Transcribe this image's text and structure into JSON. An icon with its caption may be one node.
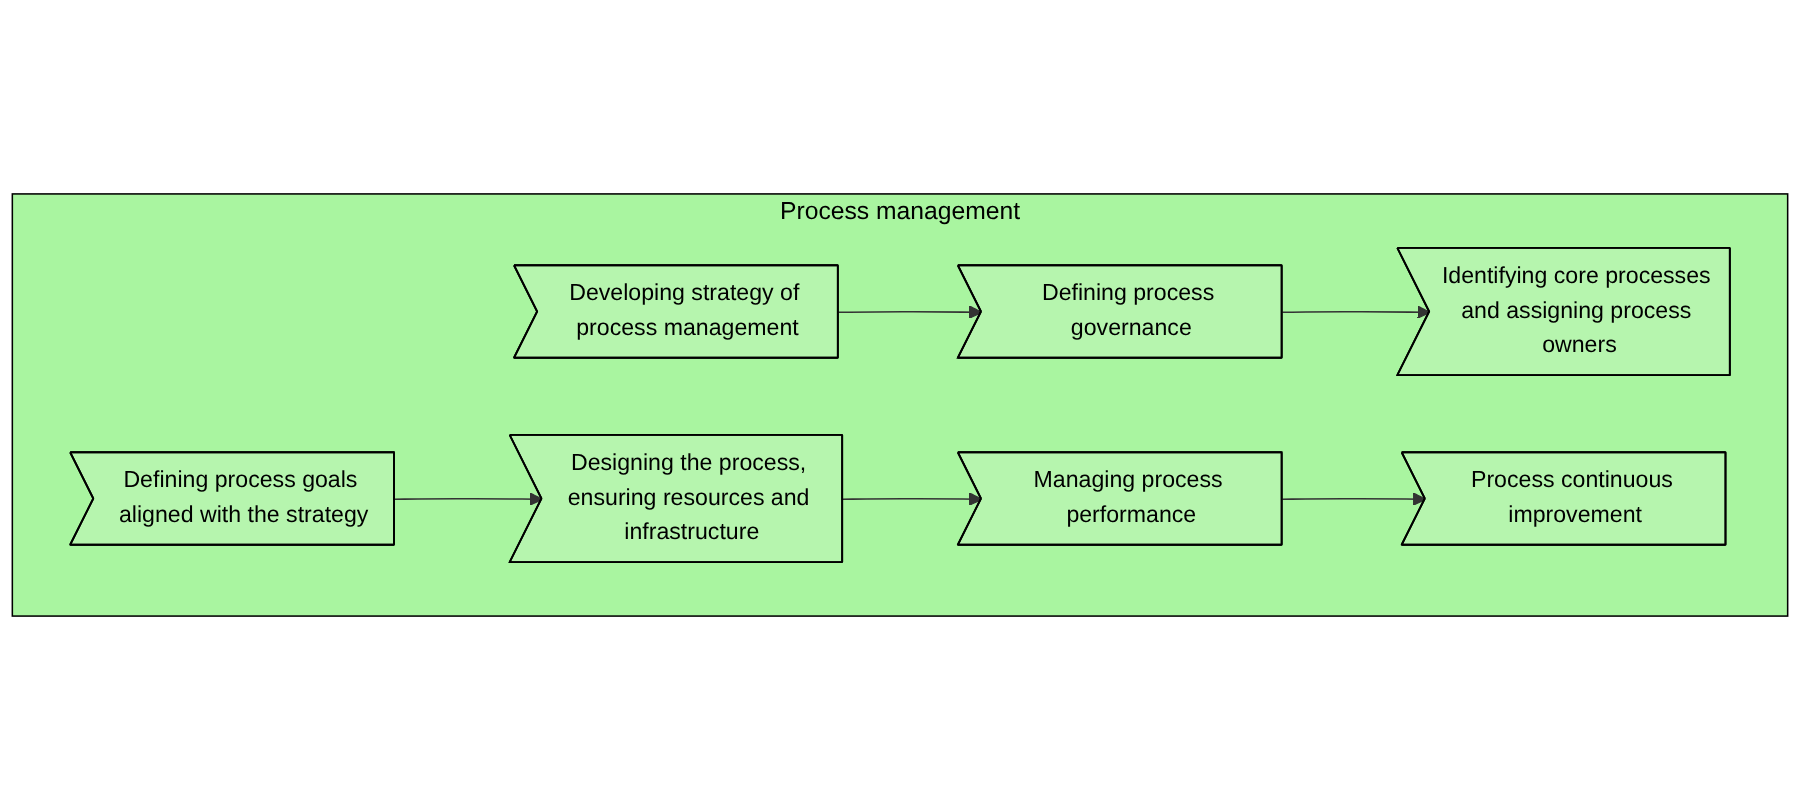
{
  "diagram": {
    "nodes": [
      {
        "text": [
          "Process management"
        ]
      },
      {
        "text": [
          "Developing strategy of process management"
        ],
        "in": 0
      },
      {
        "text": [
          "Defining process governance"
        ],
        "in": 0
      },
      {
        "text": [
          "Identifying core processes and assigning process owners"
        ],
        "in": 0
      },
      {
        "text": [
          "Defining process goals aligned with the strategy"
        ],
        "in": 0
      },
      {
        "text": [
          "Designing the process, ensuring resources and infrastructure"
        ],
        "in": 0
      },
      {
        "text": [
          "Managing process performance"
        ],
        "in": 0
      },
      {
        "text": [
          "Process continuous improvement"
        ],
        "in": 0
      }
    ],
    "edges": [
      {
        "from": 1,
        "to": 2,
        "arrow": "to"
      },
      {
        "from": 2,
        "to": 3,
        "arrow": "to"
      },
      {
        "from": 4,
        "to": 5,
        "arrow": "to"
      },
      {
        "from": 5,
        "to": 6,
        "arrow": "to"
      },
      {
        "from": 6,
        "to": 7,
        "arrow": "to"
      }
    ]
  }
}
